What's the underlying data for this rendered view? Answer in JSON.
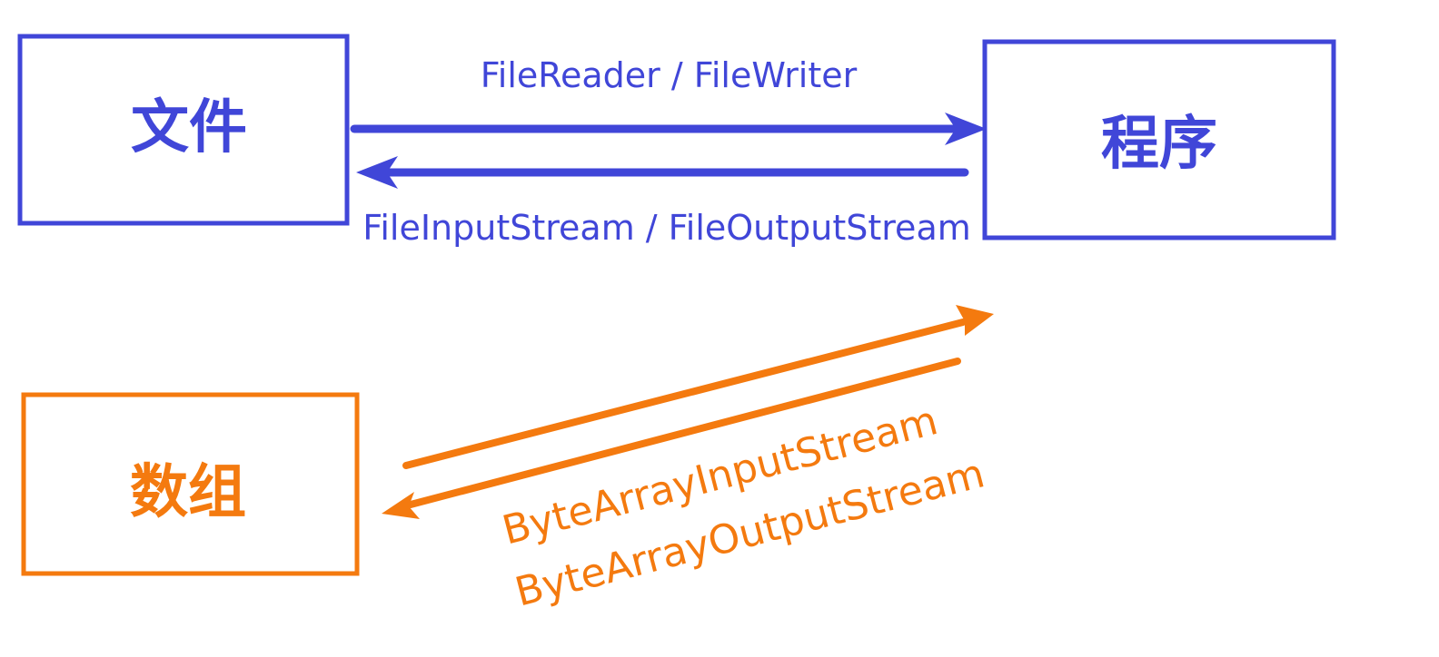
{
  "nodes": {
    "file": {
      "label": "文件"
    },
    "program": {
      "label": "程序"
    },
    "array": {
      "label": "数组"
    }
  },
  "edges": {
    "file_reader_writer": {
      "label": "FileReader / FileWriter"
    },
    "file_stream": {
      "label": "FileInputStream / FileOutputStream"
    },
    "byte_array_input": {
      "label": "ByteArrayInputStream"
    },
    "byte_array_output": {
      "label": "ByteArrayOutputStream"
    }
  },
  "colors": {
    "blue": "#4046d8",
    "orange": "#f47a0f"
  }
}
